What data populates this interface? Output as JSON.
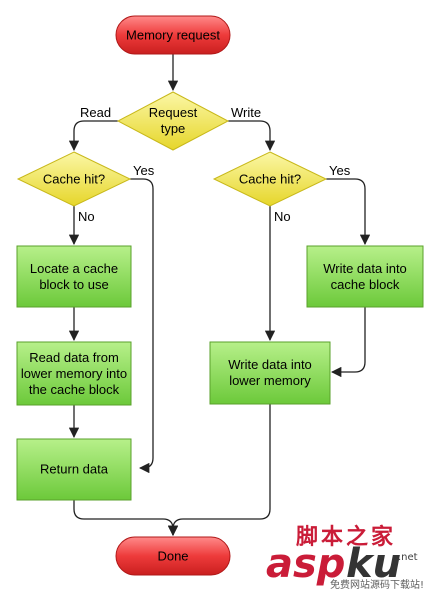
{
  "diagram": {
    "nodes": {
      "start": "Memory request",
      "req_type": [
        "Request",
        "type"
      ],
      "hit_left": "Cache hit?",
      "hit_right": "Cache hit?",
      "locate": [
        "Locate a cache",
        "block to use"
      ],
      "read_lower": [
        "Read data from",
        "lower memory into",
        "the cache block"
      ],
      "return_data": "Return data",
      "write_cache": [
        "Write data into",
        "cache block"
      ],
      "write_lower": [
        "Write data into",
        "lower memory"
      ],
      "done": "Done"
    },
    "edge_labels": {
      "read": "Read",
      "write": "Write",
      "yes_left": "Yes",
      "no_left": "No",
      "yes_right": "Yes",
      "no_right": "No"
    }
  },
  "watermark": {
    "chinese": "脚本之家",
    "asp": "asp",
    "ku": "ku",
    "net": ".net",
    "subtitle": "免费网站源码下载站!"
  },
  "colors": {
    "terminal_fill": "#ee3b3b",
    "decision_fill": "#f0e442",
    "process_fill": "#7ed04b",
    "process_stroke": "#5aa12b",
    "edge": "#222222",
    "watermark_red": "#c8102e"
  }
}
